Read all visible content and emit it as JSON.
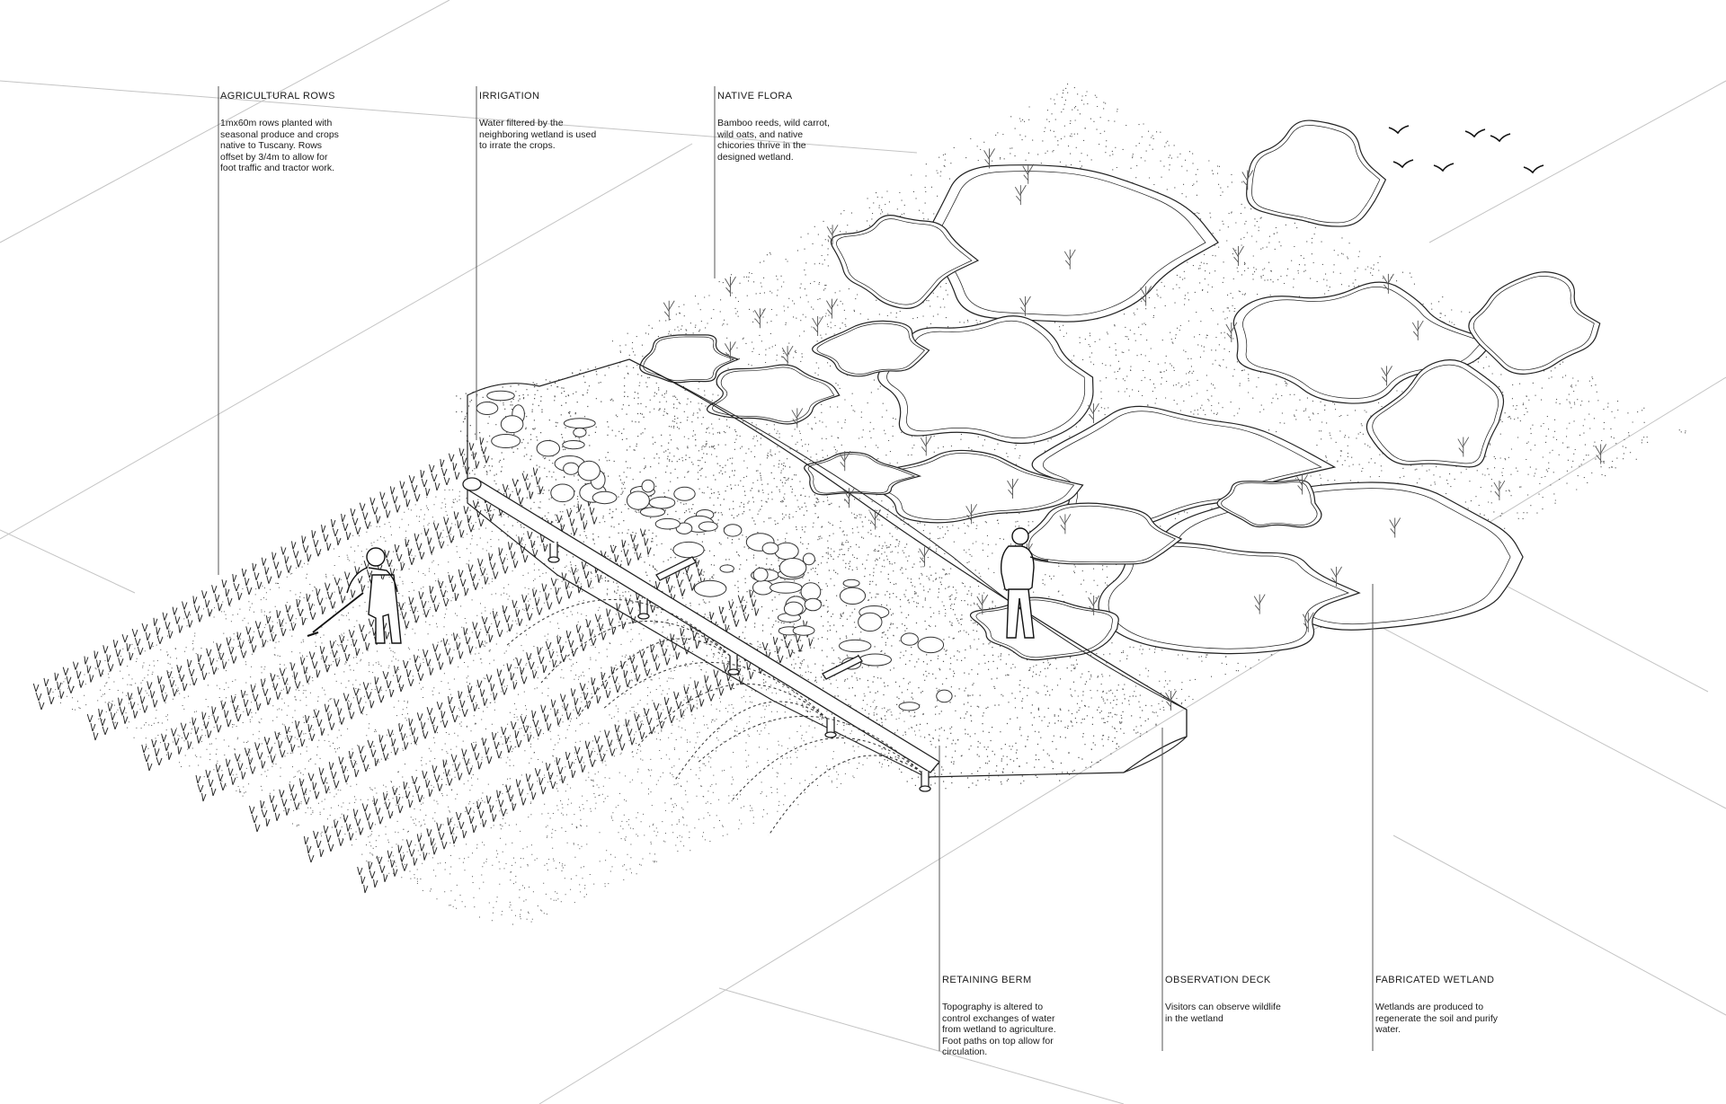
{
  "annotations": {
    "agricultural_rows": {
      "title": "AGRICULTURAL ROWS",
      "body": [
        "1mx60m rows planted with",
        "seasonal produce and crops",
        "native to Tuscany. Rows",
        "offset by 3/4m to allow for",
        "foot traffic and tractor work."
      ]
    },
    "irrigation": {
      "title": "IRRIGATION",
      "body": [
        "Water filtered by the",
        "neighboring wetland is used",
        "to irrate the crops."
      ]
    },
    "native_flora": {
      "title": "NATIVE FLORA",
      "body": [
        "Bamboo reeds, wild carrot,",
        "wild oats, and native",
        "chicories thrive in the",
        "designed wetland."
      ]
    },
    "retaining_berm": {
      "title": "RETAINING BERM",
      "body": [
        "Topography is altered to",
        "control exchanges of water",
        "from wetland to agriculture.",
        "Foot paths on top allow for",
        "circulation."
      ]
    },
    "observation_deck": {
      "title": "OBSERVATION DECK",
      "body": [
        "Visitors can observe wildlife",
        "in the wetland"
      ]
    },
    "fabricated_wetland": {
      "title": "FABRICATED WETLAND",
      "body": [
        "Wetlands are produced to",
        "regenerate the soil and purify",
        "water."
      ]
    }
  },
  "colors": {
    "ink": "#1a1a1a",
    "guide": "#bfbfbf",
    "stipple": "#555555"
  },
  "icons": [
    "farmer-figure",
    "visitor-figure",
    "bird-icon",
    "sprinkler-pipe",
    "reed-plant"
  ]
}
